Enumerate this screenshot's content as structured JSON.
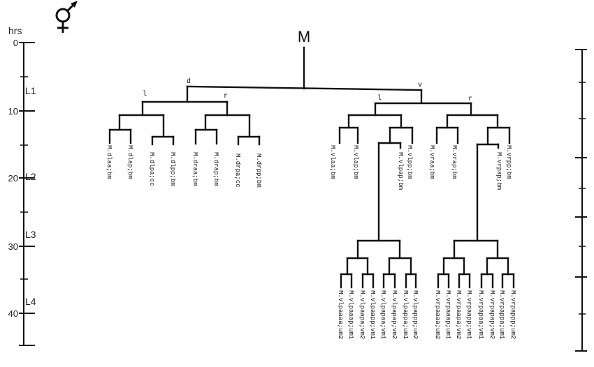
{
  "symbol": "hermaphrodite-symbol-icon",
  "axis": {
    "unit": "hrs",
    "ticks": [
      "0",
      "10",
      "20",
      "30",
      "40"
    ],
    "stages": [
      "L1",
      "L2",
      "L3",
      "L4"
    ]
  },
  "tree": {
    "root": "M",
    "branch_labels": {
      "dorsal": "d",
      "ventral": "v",
      "d_left": "l",
      "d_right": "r",
      "v_left": "l",
      "v_right": "r"
    },
    "leaves_top": [
      "M.dlaa;bm",
      "M.dlap;bm",
      "M.dlpa;cc",
      "M.dlpp;bm",
      "M.draa;bm",
      "M.drap;bm",
      "M.drpa;cc",
      "M.drpp;bm",
      "M.vlaa;bm",
      "M.vlap;bm",
      "M.vlpp;bm",
      "M.vlpap;bm",
      "M.vraa;bm",
      "M.vrap;bm",
      "M.vrpp;bm",
      "M.vrpap;bm"
    ],
    "leaves_bottom": [
      "M.vlpaaaa;um2",
      "M.vlpaaap;um1",
      "M.vlpaapa;vm2",
      "M.vlpaapp;vm1",
      "M.vlpapaa;vm1",
      "M.vlpapap;vm2",
      "M.vlpappa;um1",
      "M.vlpappp;um2",
      "M.vrpaaaa;um2",
      "M.vrpaaap;um1",
      "M.vrpaapa;vm2",
      "M.vrpaapp;vm1",
      "M.vrpapaa;vm1",
      "M.vrpapap;vm2",
      "M.vrpappa;um1",
      "M.vrpappp;um2"
    ]
  }
}
